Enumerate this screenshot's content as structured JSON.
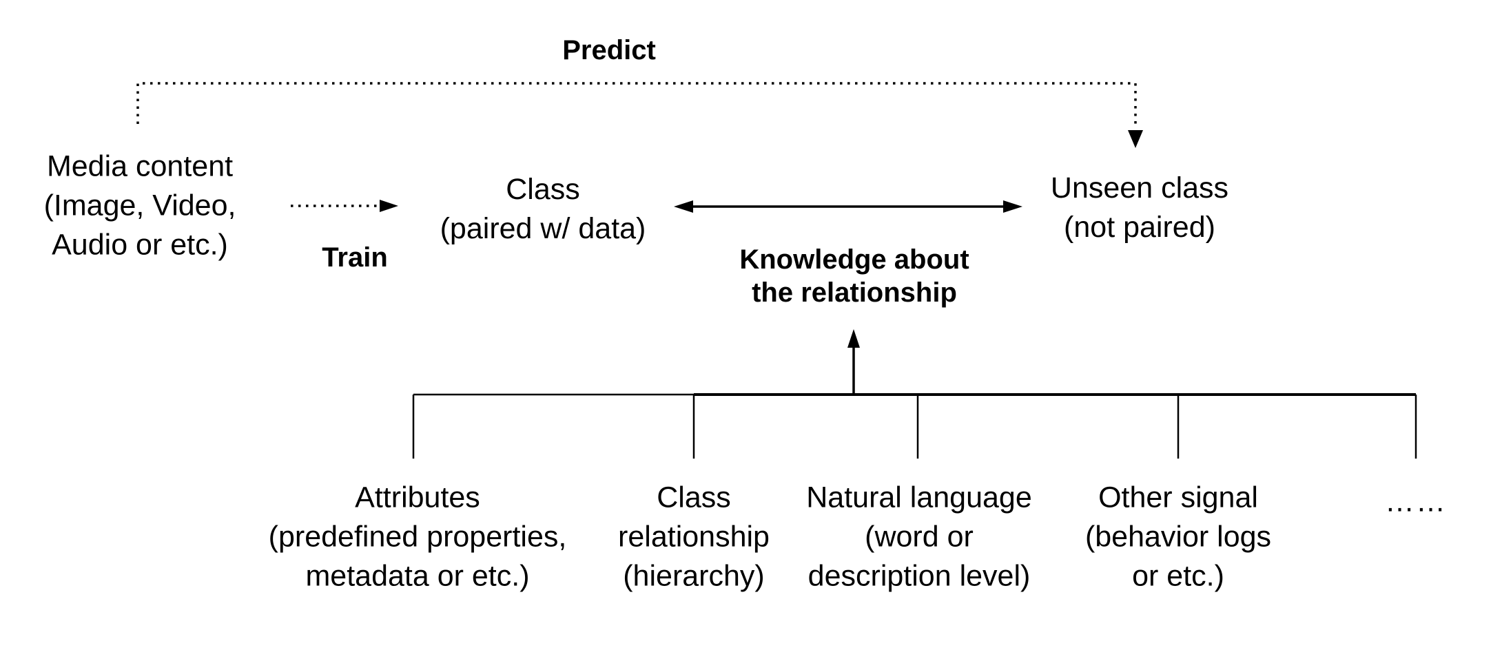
{
  "colors": {
    "ink": "#000000",
    "background": "#ffffff"
  },
  "diagram": {
    "predict_label": "Predict",
    "train_label": "Train",
    "knowledge_label": {
      "lines": [
        "Knowledge about",
        "the relationship"
      ]
    }
  },
  "nodes": {
    "media": {
      "lines": [
        "Media content",
        "(Image, Video,",
        "Audio or etc.)"
      ]
    },
    "class_paired": {
      "lines": [
        "Class",
        "(paired w/ data)"
      ]
    },
    "unseen": {
      "lines": [
        "Unseen class",
        "(not paired)"
      ]
    }
  },
  "tree": {
    "branches": [
      {
        "lines": [
          "Attributes",
          "(predefined properties,",
          "metadata or etc.)"
        ]
      },
      {
        "lines": [
          "Class",
          "relationship",
          "(hierarchy)"
        ]
      },
      {
        "lines": [
          "Natural language",
          "(word or",
          "description level)"
        ]
      },
      {
        "lines": [
          "Other signal",
          "(behavior logs",
          "or etc.)"
        ]
      },
      {
        "lines": [
          "……"
        ]
      }
    ]
  }
}
